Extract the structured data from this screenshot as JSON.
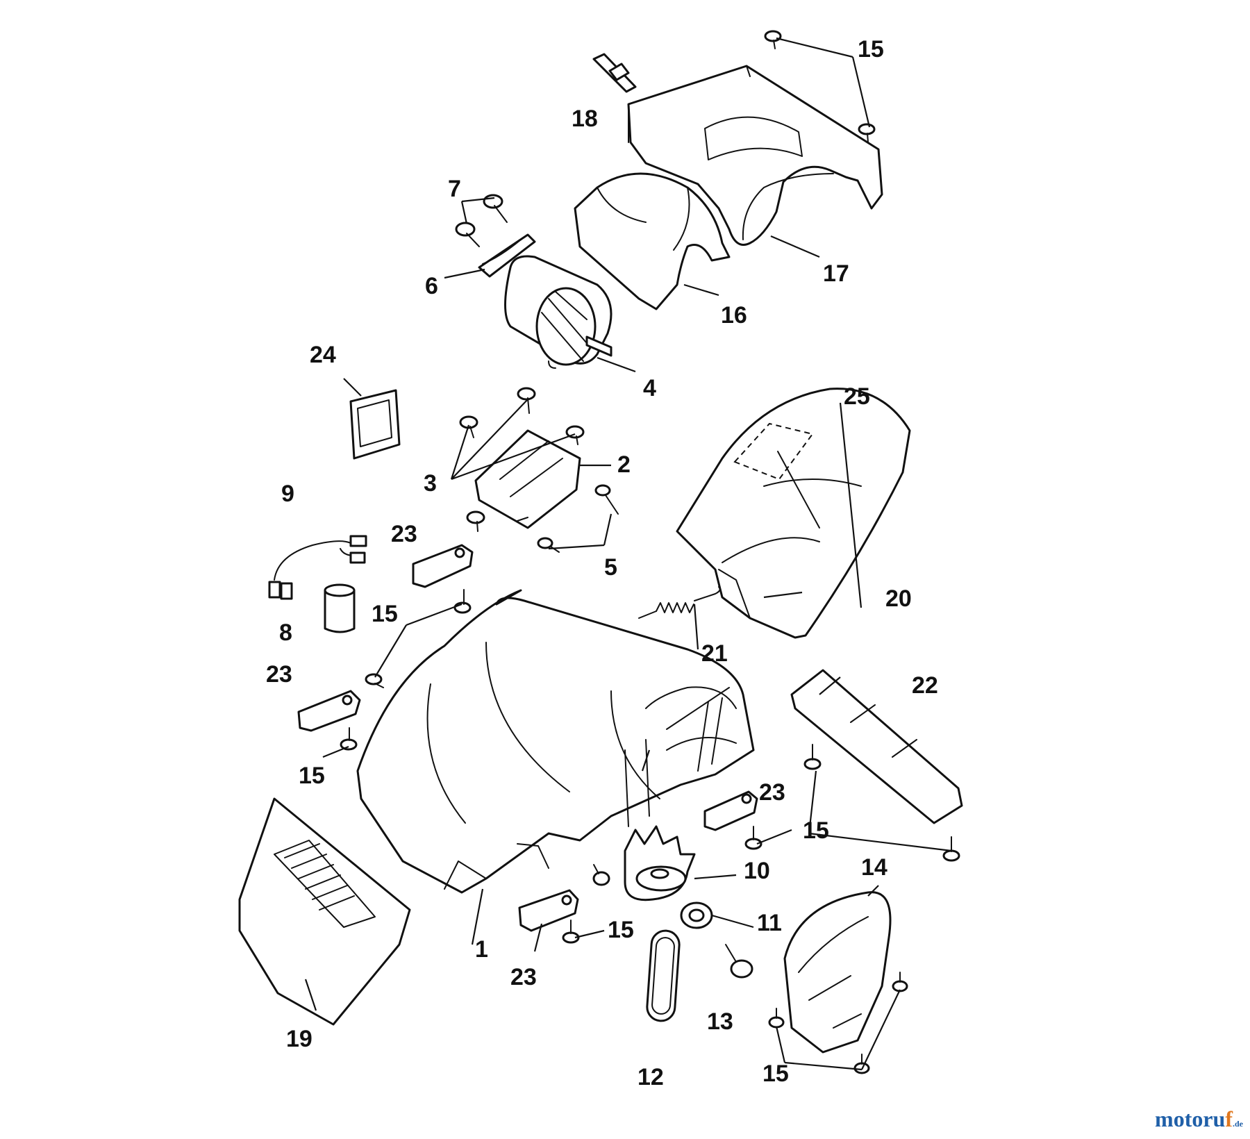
{
  "labels": {
    "p1": "1",
    "p2": "2",
    "p3": "3",
    "p4": "4",
    "p5": "5",
    "p6": "6",
    "p7": "7",
    "p8": "8",
    "p9": "9",
    "p10": "10",
    "p11": "11",
    "p12": "12",
    "p13": "13",
    "p14": "14",
    "p15a": "15",
    "p15b": "15",
    "p15c": "15",
    "p15d": "15",
    "p15e": "15",
    "p15f": "15",
    "p16": "16",
    "p17": "17",
    "p18": "18",
    "p19": "19",
    "p20": "20",
    "p21": "21",
    "p22": "22",
    "p23a": "23",
    "p23b": "23",
    "p23c": "23",
    "p23d": "23",
    "p24": "24",
    "p25": "25"
  },
  "watermark": {
    "brand_main": "motoru",
    "brand_accent": "f",
    "brand_suffix": ".de"
  }
}
